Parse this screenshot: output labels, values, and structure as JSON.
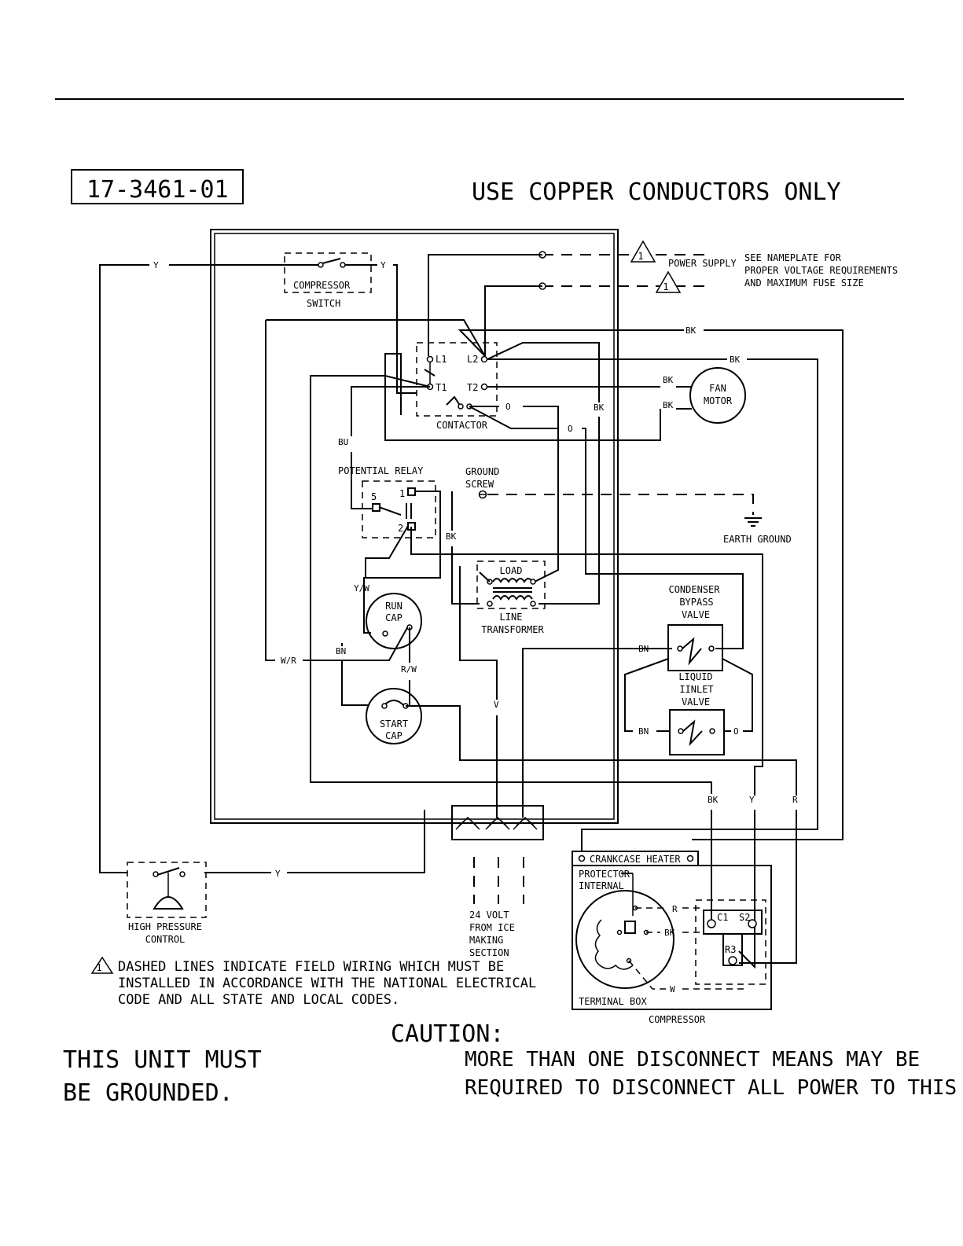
{
  "header": {
    "drawing_number": "17-3461-01",
    "title": "USE COPPER CONDUCTORS ONLY"
  },
  "power": {
    "label": "POWER SUPPLY",
    "marker": "1",
    "note": [
      "SEE NAMEPLATE FOR",
      "PROPER VOLTAGE REQUIREMENTS",
      "AND MAXIMUM FUSE SIZE"
    ]
  },
  "components": {
    "compressor_switch": [
      "COMPRESSOR",
      "SWITCH"
    ],
    "contactor": {
      "label": "CONTACTOR",
      "l1": "L1",
      "l2": "L2",
      "t1": "T1",
      "t2": "T2"
    },
    "fan_motor": [
      "FAN",
      "MOTOR"
    ],
    "potential_relay": {
      "label": "POTENTIAL RELAY",
      "t1": "1",
      "t2": "2",
      "t5": "5"
    },
    "ground_screw": [
      "GROUND",
      "SCREW"
    ],
    "earth_ground": "EARTH GROUND",
    "load": "LOAD",
    "line_transformer": [
      "LINE",
      "TRANSFORMER"
    ],
    "run_cap": [
      "RUN",
      "CAP"
    ],
    "start_cap": [
      "START",
      "CAP"
    ],
    "condenser_bypass_valve": [
      "CONDENSER",
      "BYPASS",
      "VALVE"
    ],
    "liquid_inlet_valve": [
      "LIQUID",
      "IINLET",
      "VALVE"
    ],
    "crankcase_heater": "CRANKCASE HEATER",
    "protector_internal": [
      "PROTECTOR",
      "INTERNAL"
    ],
    "terminal_box": "TERMINAL BOX",
    "compressor": "COMPRESSOR",
    "terminals": {
      "c1": "C1",
      "s2": "S2",
      "r3": "R3"
    },
    "high_pressure_control": [
      "HIGH PRESSURE",
      "CONTROL"
    ],
    "low_voltage": [
      "24 VOLT",
      "FROM ICE",
      "MAKING",
      "SECTION"
    ]
  },
  "wires": {
    "y": "Y",
    "bk": "BK",
    "bu": "BU",
    "o": "O",
    "yw": "Y/W",
    "bn": "BN",
    "wr": "W/R",
    "rw": "R/W",
    "v": "V",
    "r": "R",
    "w": "W"
  },
  "notes": {
    "dashed_lines": [
      "DASHED LINES INDICATE FIELD WIRING WHICH MUST BE",
      "INSTALLED IN ACCORDANCE WITH THE NATIONAL ELECTRICAL",
      "CODE AND ALL STATE AND LOCAL CODES."
    ],
    "grounded": [
      "THIS UNIT MUST",
      "BE GROUNDED."
    ],
    "caution_title": "CAUTION:",
    "caution_text": [
      "MORE THAN ONE DISCONNECT MEANS MAY BE",
      "REQUIRED TO DISCONNECT ALL POWER TO THIS UNIT."
    ]
  }
}
